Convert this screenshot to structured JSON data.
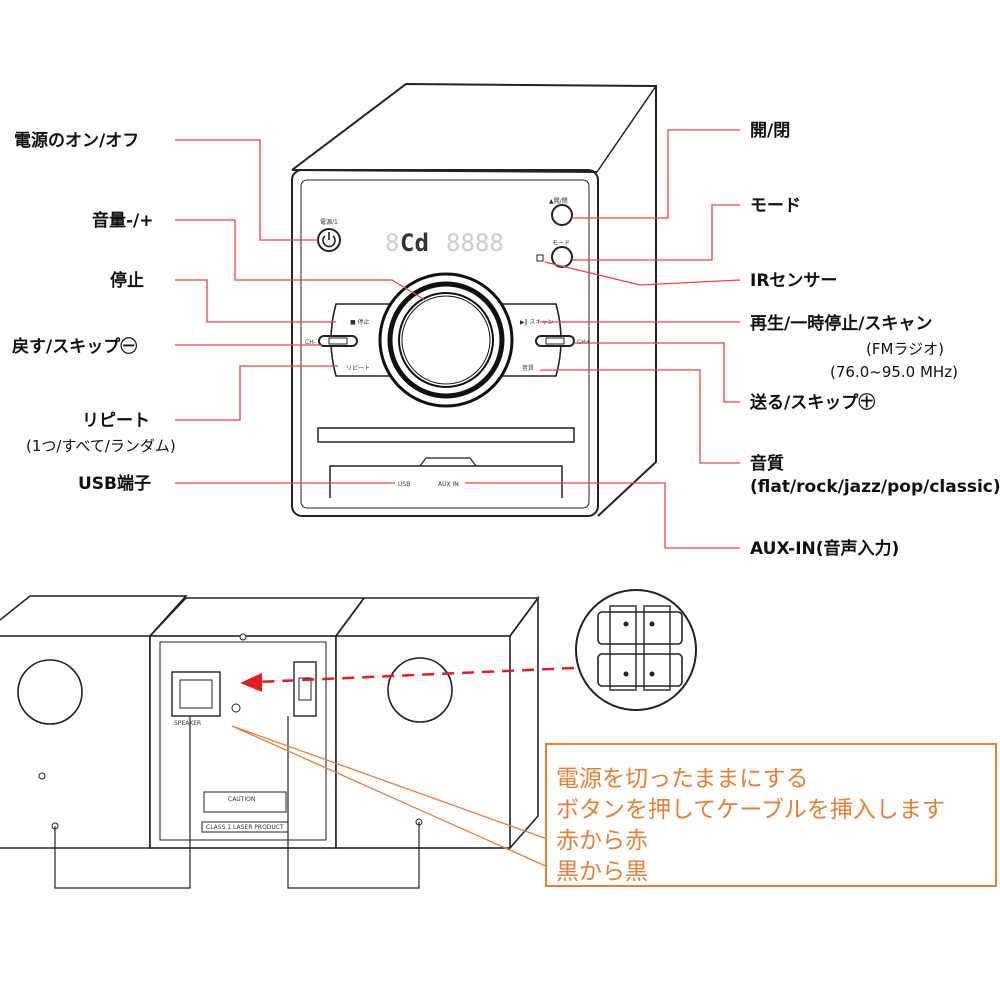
{
  "callouts_left": [
    {
      "label": "電源のオン/オフ"
    },
    {
      "label": "音量-/+"
    },
    {
      "label": "停止"
    },
    {
      "label": "戻す/スキップ㊀"
    },
    {
      "label": "リピート",
      "sub": "(1つ/すべて/ランダム)"
    },
    {
      "label": "USB端子"
    }
  ],
  "callouts_right": [
    {
      "label": "開/閉"
    },
    {
      "label": "モード"
    },
    {
      "label": "IRセンサー"
    },
    {
      "label": "再生/一時停止/スキャン",
      "sub1": "(FMラジオ)",
      "sub2": "(76.0~95.0 MHz)"
    },
    {
      "label": "送る/スキップ㊉"
    },
    {
      "label": "音質",
      "sub": "(flat/rock/jazz/pop/classic)"
    },
    {
      "label": "AUX-IN(音声入力)"
    }
  ],
  "device": {
    "display": "Cd",
    "panel_labels": {
      "power": "電源/1",
      "open": "▲開/閉",
      "mode": "モード",
      "stop": "■ 停止",
      "play": "▶‖ スキャン",
      "repeat": "リピート",
      "eq": "音質",
      "usb": "USB",
      "aux": "AUX IN",
      "ch_left": "CH-",
      "ch_right": "CH+"
    },
    "rear_labels": {
      "caution": "CAUTION",
      "class_label": "CLASS 1 LASER PRODUCT",
      "speaker": "SPEAKER"
    }
  },
  "note": {
    "lines": [
      "電源を切ったままにする",
      "ボタンを押してケーブルを挿入します",
      "赤から赤",
      "黒から黒"
    ],
    "color": "#e0813c"
  },
  "colors": {
    "callout_line": "#e04848",
    "outline": "#222222"
  }
}
